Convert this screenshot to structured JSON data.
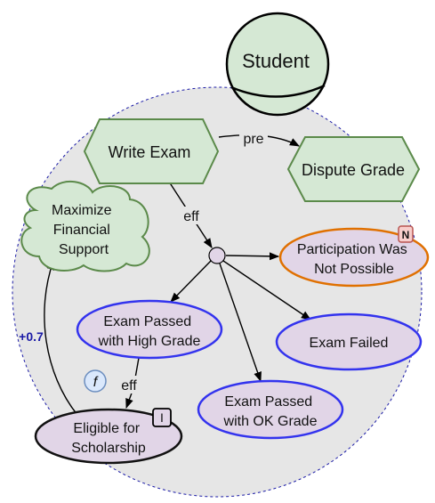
{
  "actor": {
    "name": "Student"
  },
  "tasks": {
    "write_exam": "Write Exam",
    "dispute_grade": "Dispute Grade"
  },
  "softgoal": {
    "label_lines": [
      "Maximize",
      "Financial",
      "Support"
    ]
  },
  "outcomes": {
    "participation_not_possible": {
      "lines": [
        "Participation Was",
        "Not Possible"
      ],
      "badge": "N"
    },
    "exam_failed": {
      "lines": [
        "Exam Failed"
      ]
    },
    "exam_passed_high": {
      "lines": [
        "Exam Passed",
        "with High Grade"
      ]
    },
    "exam_passed_ok": {
      "lines": [
        "Exam Passed",
        "with OK Grade"
      ]
    },
    "eligible_scholarship": {
      "lines": [
        "Eligible for",
        "Scholarship"
      ],
      "badge": "I"
    }
  },
  "links": {
    "pre": "pre",
    "eff_top": "eff",
    "eff_bottom": "eff",
    "contribution": "+0.7",
    "function_badge": "f"
  },
  "colors": {
    "boundary": "#1a1aa6",
    "boundary_fill": "#e6e6e6",
    "actor_fill": "#d5e8d4",
    "task_fill": "#d5e8d4",
    "task_stroke": "#5b8a4a",
    "outcome_fill": "#e1d5e7",
    "outcome_stroke": "#3333ee",
    "np_stroke": "#e07000",
    "eligible_stroke": "#111111",
    "contribution": "#1a1aa6"
  }
}
